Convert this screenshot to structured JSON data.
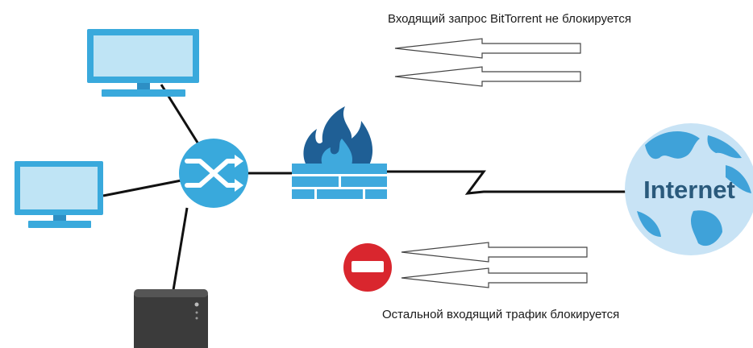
{
  "captions": {
    "allowed": "Входящий запрос BitTorrent не блокируется",
    "blocked": "Остальной входящий трафик блокируется"
  },
  "internet": {
    "label": "Internet"
  },
  "colors": {
    "device_blue": "#39a9dc",
    "device_light": "#bfe4f5",
    "monitor_stand": "#2d8fc4",
    "globe_fill": "#c8e3f5",
    "globe_land": "#3fa2d9",
    "globe_text": "#2a5a7c",
    "flame_dark": "#1f5f95",
    "flame_light": "#3fa9dd",
    "wall": "#3fa9dd",
    "nas_body": "#3b3b3b",
    "block_red": "#d9262e",
    "line": "#111111"
  }
}
